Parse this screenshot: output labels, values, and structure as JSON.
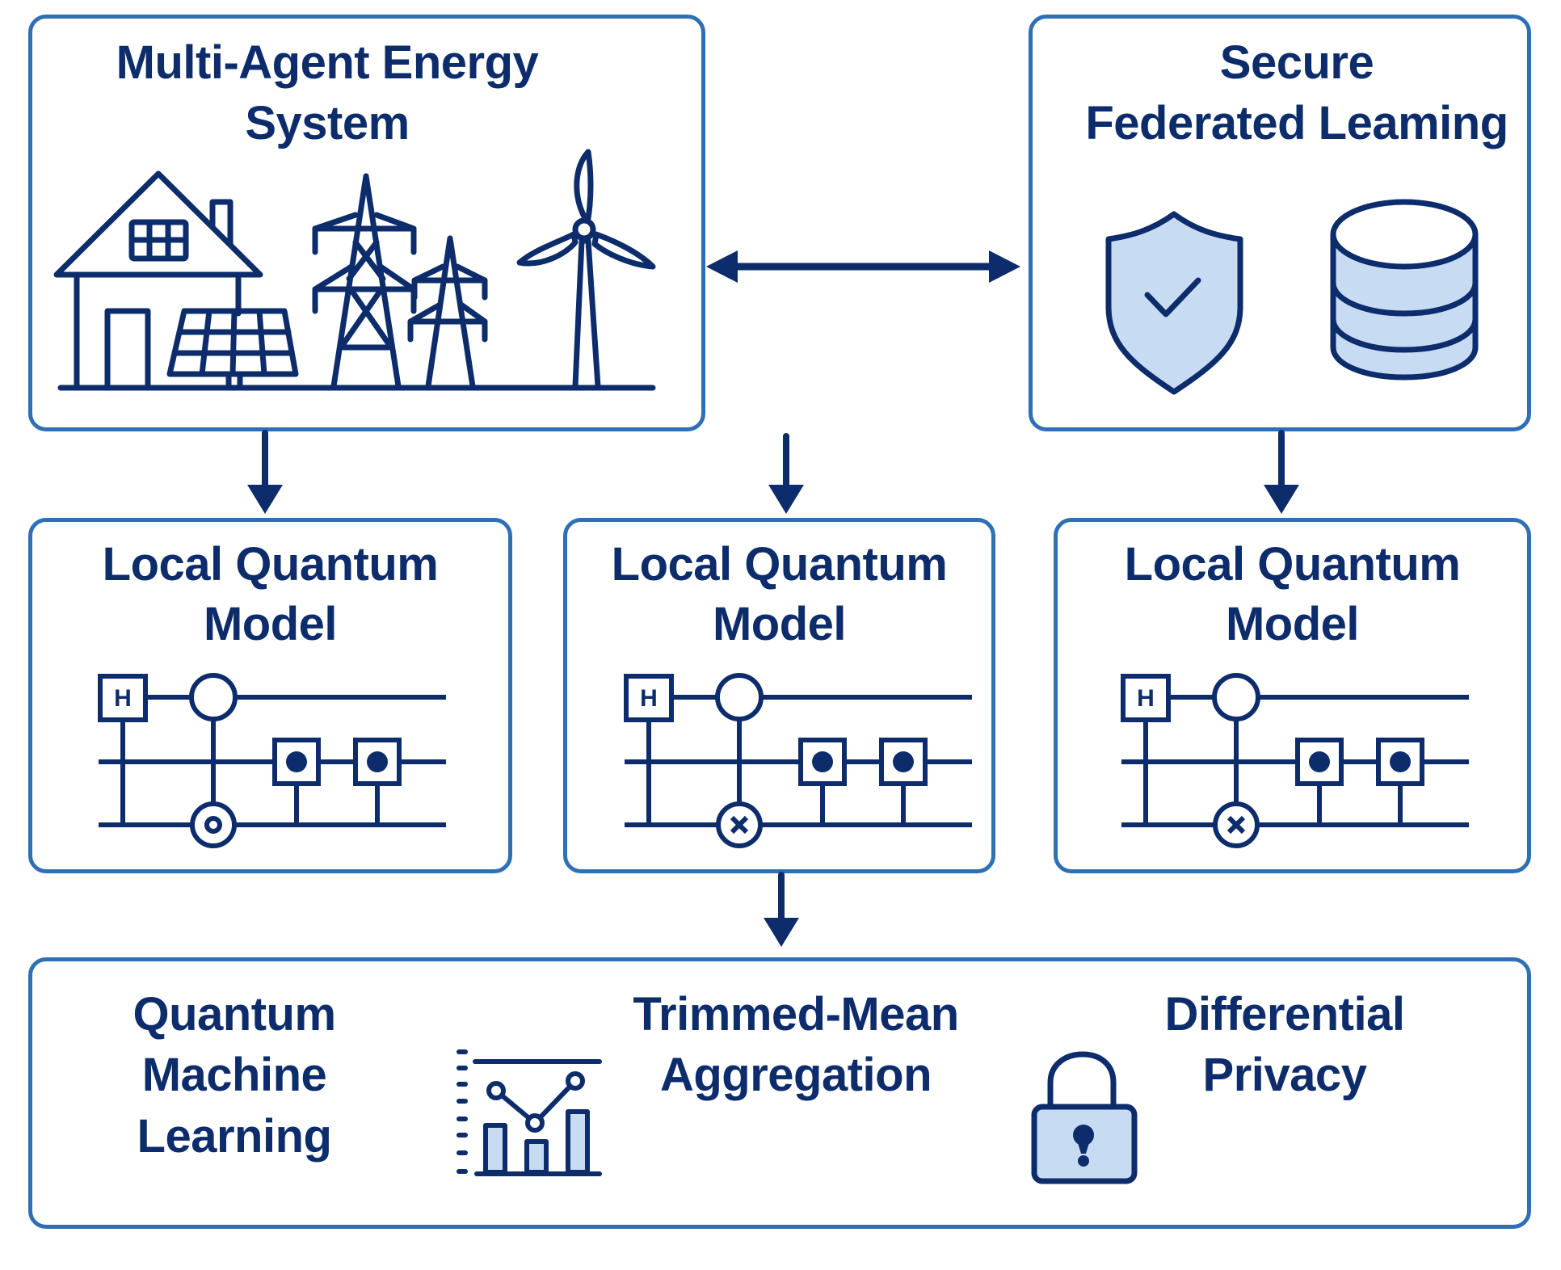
{
  "diagram": {
    "nodes": {
      "energy_system": {
        "title_lines": [
          "Multi-Agent Energy",
          "System"
        ],
        "icons": [
          "house-icon",
          "solar-panel-icon",
          "power-tower-icon",
          "power-tower-small-icon",
          "wind-turbine-icon"
        ]
      },
      "secure_fl": {
        "title_lines": [
          "Secure",
          "Federated Leaming"
        ],
        "icons": [
          "shield-check-icon",
          "database-icon"
        ]
      },
      "local_models": [
        {
          "title_lines": [
            "Local Quantum",
            "Model"
          ],
          "circuit": {
            "gates": [
              "H",
              "control-circle",
              "target-alt",
              "controlled-dot",
              "controlled-dot"
            ]
          }
        },
        {
          "title_lines": [
            "Local Quantum",
            "Model"
          ],
          "circuit": {
            "gates": [
              "H",
              "control-circle",
              "target-x",
              "controlled-dot",
              "controlled-dot"
            ]
          }
        },
        {
          "title_lines": [
            "Local Quantum",
            "Model"
          ],
          "circuit": {
            "gates": [
              "H",
              "control-circle",
              "target-x",
              "controlled-dot",
              "controlled-dot"
            ]
          }
        }
      ],
      "bottom": {
        "qml": {
          "title_lines": [
            "Quantum",
            "Machine",
            "Learning"
          ]
        },
        "aggregation": {
          "title_lines": [
            "Trimmed-Mean",
            "Aggregation"
          ],
          "icon": "bar-line-chart-icon"
        },
        "privacy": {
          "title_lines": [
            "Differential",
            "Privacy"
          ],
          "icon": "padlock-icon"
        }
      }
    },
    "edges": [
      {
        "from": "energy_system",
        "to": "secure_fl",
        "direction": "both"
      },
      {
        "from": "energy_system",
        "to": "local_model_1",
        "direction": "down"
      },
      {
        "from": "energy_system/secure_fl",
        "to": "local_model_2",
        "direction": "down"
      },
      {
        "from": "secure_fl",
        "to": "local_model_3",
        "direction": "down"
      },
      {
        "from": "local_model_2",
        "to": "bottom",
        "direction": "down"
      }
    ],
    "colors": {
      "ink": "#0d2c6c",
      "border": "#2f6fb4",
      "fill_light": "#c7dcf3",
      "background": "#ffffff"
    }
  }
}
